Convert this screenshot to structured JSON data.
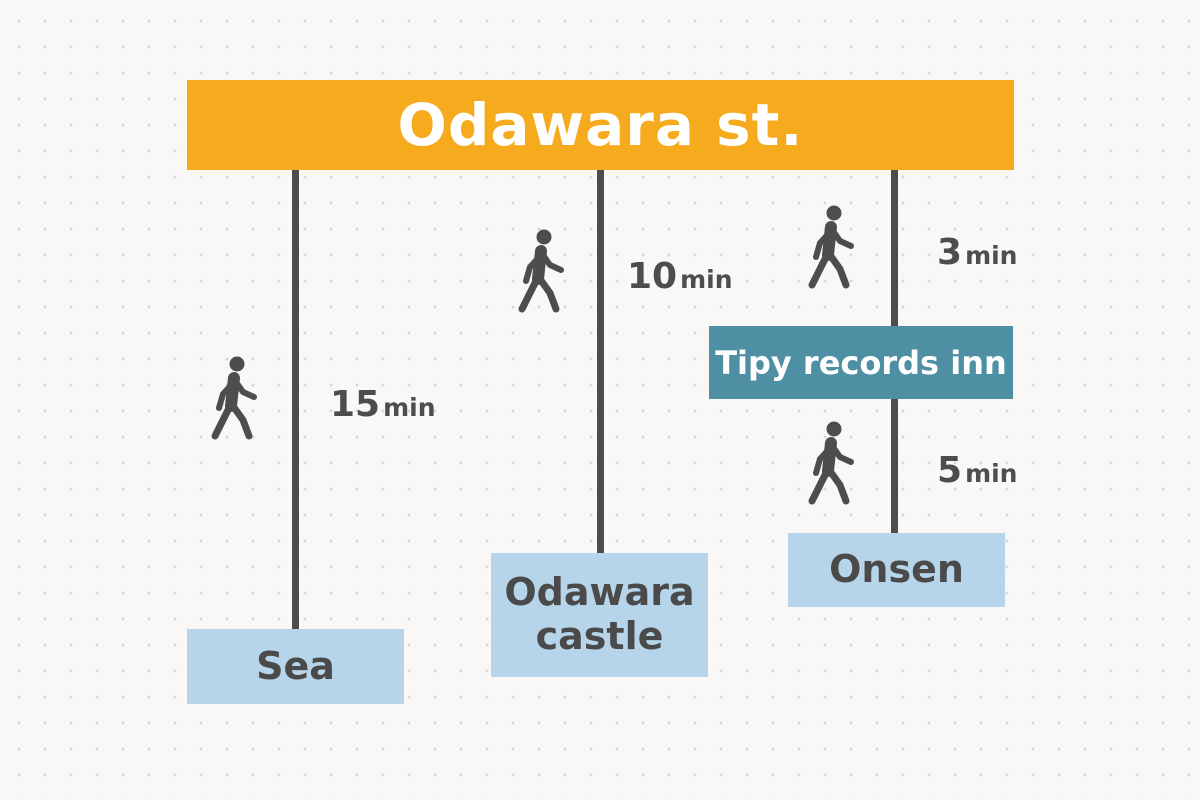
{
  "station": {
    "name": "Odawara st.",
    "color": "#f6ab1f"
  },
  "routes": [
    {
      "destination": "Sea",
      "time": "15",
      "unit": "min"
    },
    {
      "destination": "Odawara castle",
      "destination_lines": [
        "Odawara",
        "castle"
      ],
      "time": "10",
      "unit": "min"
    },
    {
      "destination": "Onsen",
      "via": "Tipy records inn",
      "legs": [
        {
          "time": "3",
          "unit": "min"
        },
        {
          "time": "5",
          "unit": "min"
        }
      ]
    }
  ],
  "icons": {
    "walk": "pedestrian-icon"
  },
  "colors": {
    "destination_box": "#b7d5ea",
    "inn_box": "#4f8fa3",
    "line": "#4d4d4d",
    "text": "#4d4d4d",
    "background": "#f9f8f6"
  }
}
